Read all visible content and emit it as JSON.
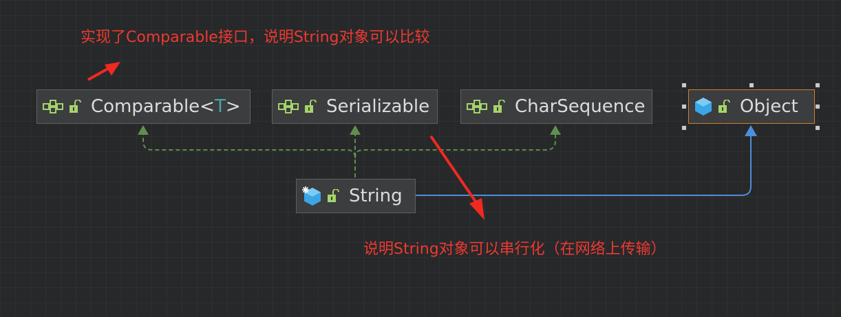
{
  "nodes": {
    "comparable": {
      "name": "Comparable<",
      "type_param": "T",
      "suffix": ">",
      "kind": "interface"
    },
    "serializable": {
      "name": "Serializable",
      "kind": "interface"
    },
    "charsequence": {
      "name": "CharSequence",
      "kind": "interface"
    },
    "object": {
      "name": "Object",
      "kind": "class"
    },
    "string": {
      "name": "String",
      "kind": "final-class"
    }
  },
  "annotations": {
    "top": "实现了Comparable接口，说明String对象可以比较",
    "bottom": "说明String对象可以串行化（在网络上传输）"
  },
  "colors": {
    "background": "#27282a",
    "node_fill": "#3b3d3f",
    "node_border": "#5e6062",
    "selected_border": "#d1802f",
    "implements_edge": "#5f8f4e",
    "extends_edge": "#4e8fd9",
    "annotation": "#ee3a30"
  },
  "icons": {
    "interface": "interface-icon",
    "class": "class-icon",
    "final_class": "final-class-icon",
    "visibility": "open-lock-icon"
  }
}
